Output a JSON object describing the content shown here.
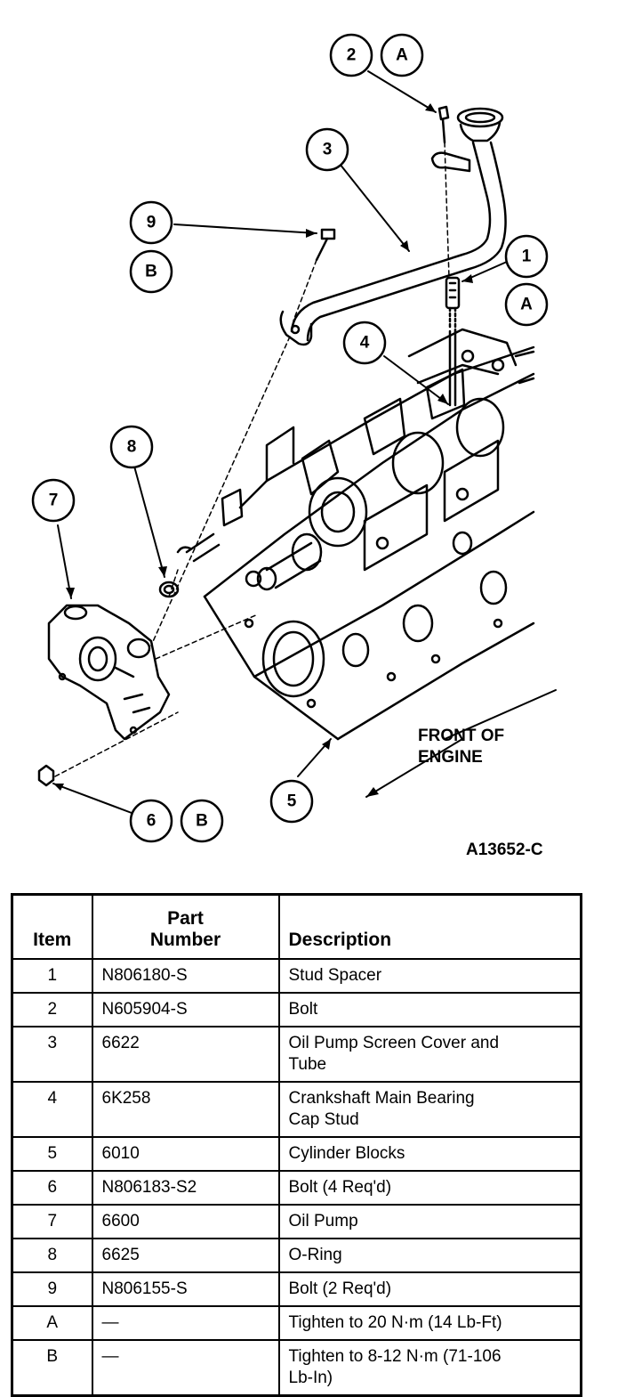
{
  "diagram": {
    "figure_id": "A13652-C",
    "front_label": [
      "FRONT OF",
      "ENGINE"
    ],
    "callouts": [
      {
        "id": "1",
        "text": "1"
      },
      {
        "id": "2",
        "text": "2"
      },
      {
        "id": "3",
        "text": "3"
      },
      {
        "id": "4",
        "text": "4"
      },
      {
        "id": "5",
        "text": "5"
      },
      {
        "id": "6",
        "text": "6"
      },
      {
        "id": "7",
        "text": "7"
      },
      {
        "id": "8",
        "text": "8"
      },
      {
        "id": "9",
        "text": "9"
      },
      {
        "id": "A-top",
        "text": "A"
      },
      {
        "id": "A-stud",
        "text": "A"
      },
      {
        "id": "B-left",
        "text": "B"
      },
      {
        "id": "B-bottom",
        "text": "B"
      }
    ]
  },
  "table": {
    "headers": {
      "item": "Item",
      "part_line1": "Part",
      "part_line2": "Number",
      "description": "Description"
    },
    "rows": [
      {
        "item": "1",
        "part": "N806180-S",
        "desc": [
          "Stud Spacer"
        ]
      },
      {
        "item": "2",
        "part": "N605904-S",
        "desc": [
          "Bolt"
        ]
      },
      {
        "item": "3",
        "part": "6622",
        "desc": [
          "Oil Pump Screen Cover and",
          "Tube"
        ]
      },
      {
        "item": "4",
        "part": "6K258",
        "desc": [
          "Crankshaft Main Bearing",
          "Cap Stud"
        ]
      },
      {
        "item": "5",
        "part": "6010",
        "desc": [
          "Cylinder Blocks"
        ]
      },
      {
        "item": "6",
        "part": "N806183-S2",
        "desc": [
          "Bolt (4 Req'd)"
        ]
      },
      {
        "item": "7",
        "part": "6600",
        "desc": [
          "Oil Pump"
        ]
      },
      {
        "item": "8",
        "part": "6625",
        "desc": [
          "O-Ring"
        ]
      },
      {
        "item": "9",
        "part": "N806155-S",
        "desc": [
          "Bolt (2 Req'd)"
        ]
      },
      {
        "item": "A",
        "part": "—",
        "desc": [
          "Tighten to 20 N·m (14 Lb-Ft)"
        ]
      },
      {
        "item": "B",
        "part": "—",
        "desc": [
          "Tighten to 8-12 N·m (71-106",
          "Lb-In)"
        ]
      }
    ]
  }
}
